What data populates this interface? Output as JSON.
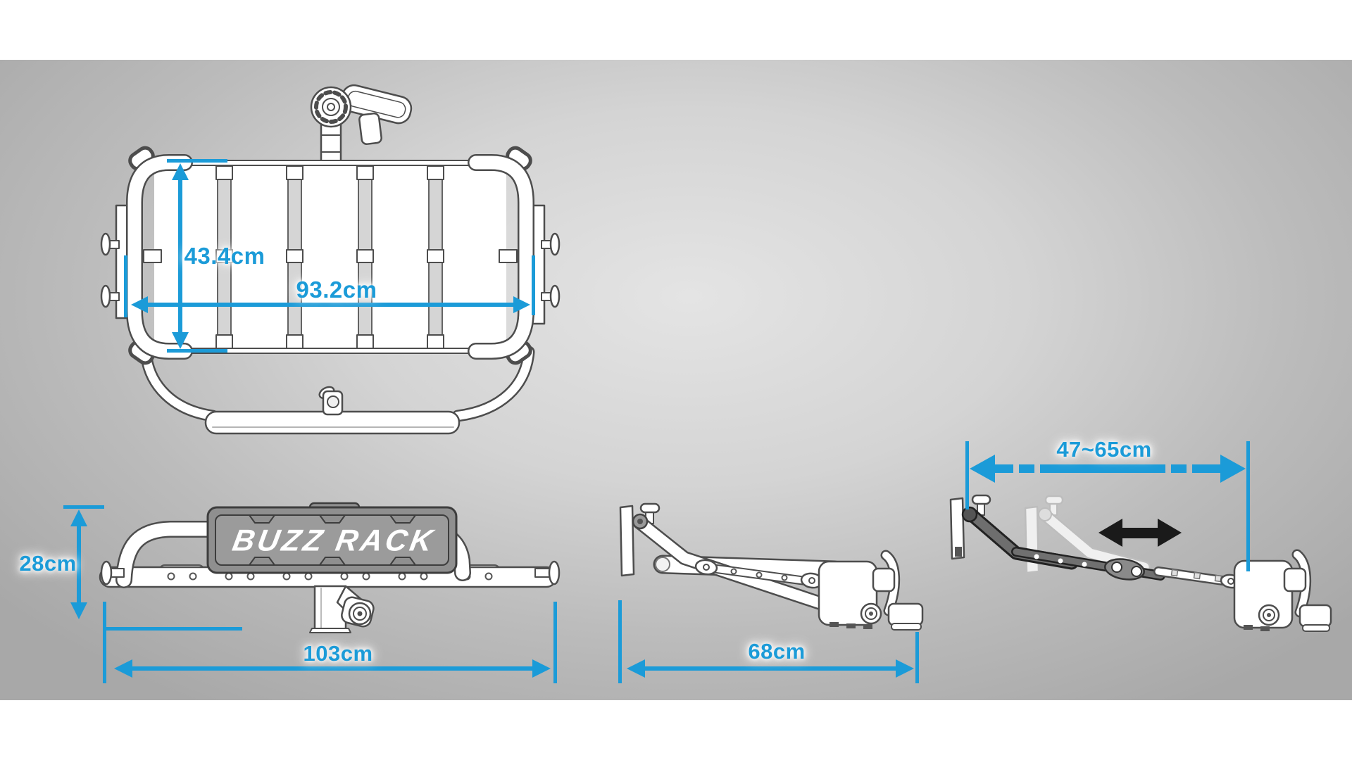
{
  "diagram": {
    "brand_badge": "BUZZ RACK",
    "colors": {
      "dimension_blue": "#1b9bd8",
      "line_art_outline": "#4d4d4d",
      "badge_gray": "#969696",
      "badge_text_white": "#ffffff",
      "slide_arrow_black": "#1a1a1a",
      "background_center": "#e4e4e4",
      "background_edge": "#a8a8a8",
      "page_margin": "#ffffff"
    },
    "views": {
      "top": {
        "dimensions": {
          "depth": "43.4cm",
          "width": "93.2cm"
        }
      },
      "front": {
        "dimensions": {
          "height": "28cm",
          "width": "103cm"
        }
      },
      "side": {
        "dimensions": {
          "length": "68cm"
        }
      },
      "side_adjustable": {
        "dimensions": {
          "range": "47~65cm"
        }
      }
    }
  }
}
